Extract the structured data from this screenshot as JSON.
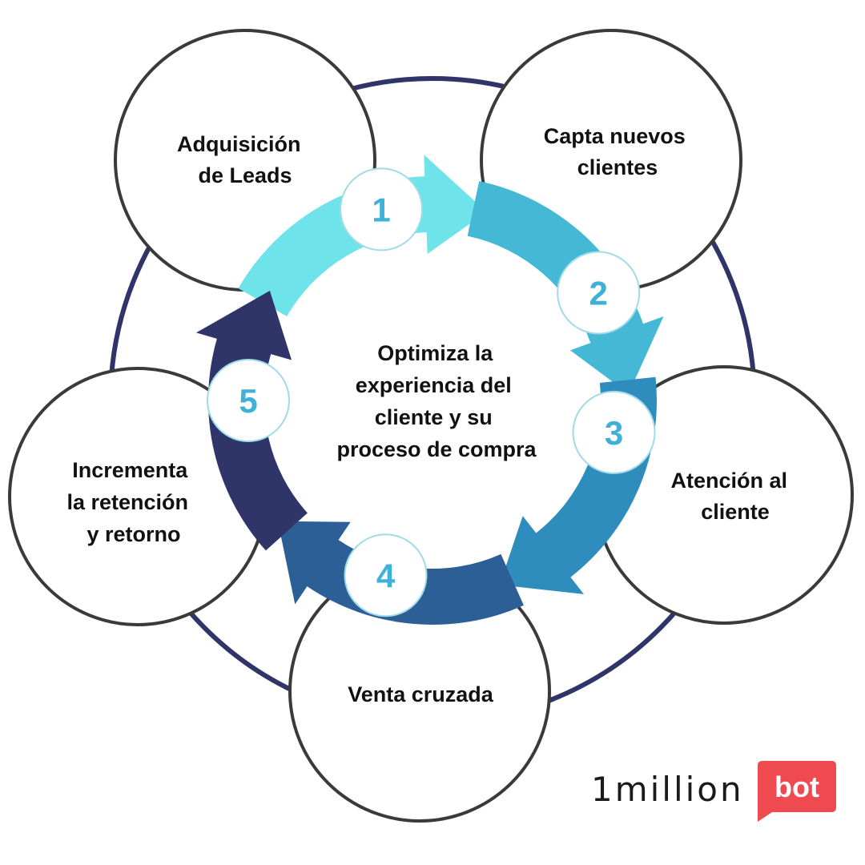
{
  "center": {
    "lines": [
      "Optimiza la",
      "experiencia del",
      "cliente y su",
      "proceso de compra"
    ]
  },
  "steps": [
    {
      "number": "1",
      "lines": [
        "Adquisición",
        "de Leads"
      ],
      "color": "#6ee4ea"
    },
    {
      "number": "2",
      "lines": [
        "Capta nuevos",
        "clientes"
      ],
      "color": "#45b8d6"
    },
    {
      "number": "3",
      "lines": [
        "Atención al",
        "cliente"
      ],
      "color": "#2e8dbd"
    },
    {
      "number": "4",
      "lines": [
        "Venta cruzada"
      ],
      "color": "#2d5f97"
    },
    {
      "number": "5",
      "lines": [
        "Incrementa",
        "la retención",
        "y retorno"
      ],
      "color": "#2f3569"
    }
  ],
  "colors": {
    "outer_ring": "#2f3569",
    "number": "#3fb0d8",
    "badge_border": "#9fdbe9",
    "circle_border": "#3a3a3a",
    "brand_accent": "#ee4a4f"
  },
  "brand": {
    "text": "1million",
    "badge": "bot"
  }
}
